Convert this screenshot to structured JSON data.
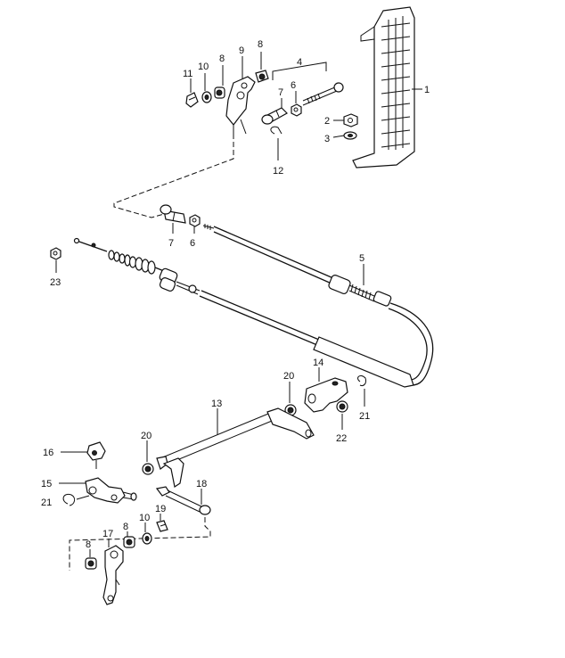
{
  "diagram": {
    "callouts": {
      "c1": "1",
      "c2": "2",
      "c3": "3",
      "c4": "4",
      "c5": "5",
      "c6a": "6",
      "c6b": "6",
      "c7a": "7",
      "c7b": "7",
      "c8a": "8",
      "c8b": "8",
      "c8c": "8",
      "c8d": "8",
      "c9": "9",
      "c10a": "10",
      "c10b": "10",
      "c11": "11",
      "c12": "12",
      "c13": "13",
      "c14": "14",
      "c15": "15",
      "c16": "16",
      "c17": "17",
      "c18": "18",
      "c19": "19",
      "c20a": "20",
      "c20b": "20",
      "c21a": "21",
      "c21b": "21",
      "c22": "22",
      "c23": "23"
    }
  }
}
